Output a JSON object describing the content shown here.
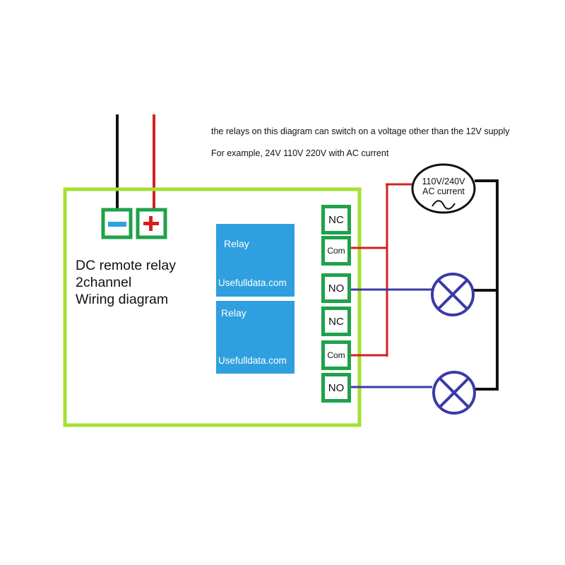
{
  "notes": {
    "line1": "the relays on this diagram can switch on a voltage other than the 12V supply",
    "line2": "For example, 24V 110V 220V with AC current"
  },
  "board": {
    "title_line1": "DC remote relay",
    "title_line2": "2channel",
    "title_line3": "Wiring diagram"
  },
  "power_terminals": {
    "minus_symbol": "minus-icon",
    "plus_symbol": "plus-icon"
  },
  "relays": [
    {
      "label": "Relay",
      "site": "Usefulldata.com"
    },
    {
      "label": "Relay",
      "site": "Usefulldata.com"
    }
  ],
  "terminals": [
    {
      "label": "NC"
    },
    {
      "label": "Com"
    },
    {
      "label": "NO"
    },
    {
      "label": "NC"
    },
    {
      "label": "Com"
    },
    {
      "label": "NO"
    }
  ],
  "ac_source": {
    "line1": "110V/240V",
    "line2": "AC current"
  },
  "colors": {
    "board_outline": "#a4e033",
    "terminal_border": "#1fa24a",
    "relay_fill": "#2f9fe0",
    "positive_wire": "#d42020",
    "negative_wire": "#111111",
    "load_wire": "#3a3aa8",
    "lamp": "#3a3aa8"
  }
}
